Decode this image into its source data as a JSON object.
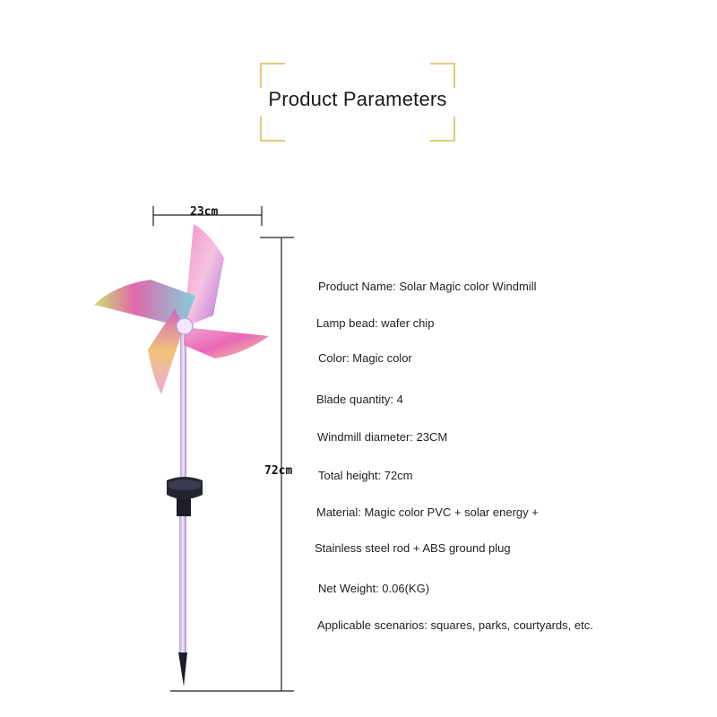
{
  "title": "Product Parameters",
  "dimensions": {
    "width_label": "23cm",
    "height_label": "72cm"
  },
  "specs": [
    "Product Name: Solar Magic color Windmill",
    "Lamp bead: wafer chip",
    "Color: Magic color",
    "Blade quantity: 4",
    "Windmill diameter: 23CM",
    "Total height: 72cm",
    "Material: Magic color PVC + solar energy +",
    "Stainless steel rod + ABS ground plug",
    "Net Weight: 0.06(KG)",
    "Applicable scenarios: squares, parks, courtyards, etc."
  ],
  "colors": {
    "frame_accent": "#e6c97a",
    "text": "#222222"
  }
}
